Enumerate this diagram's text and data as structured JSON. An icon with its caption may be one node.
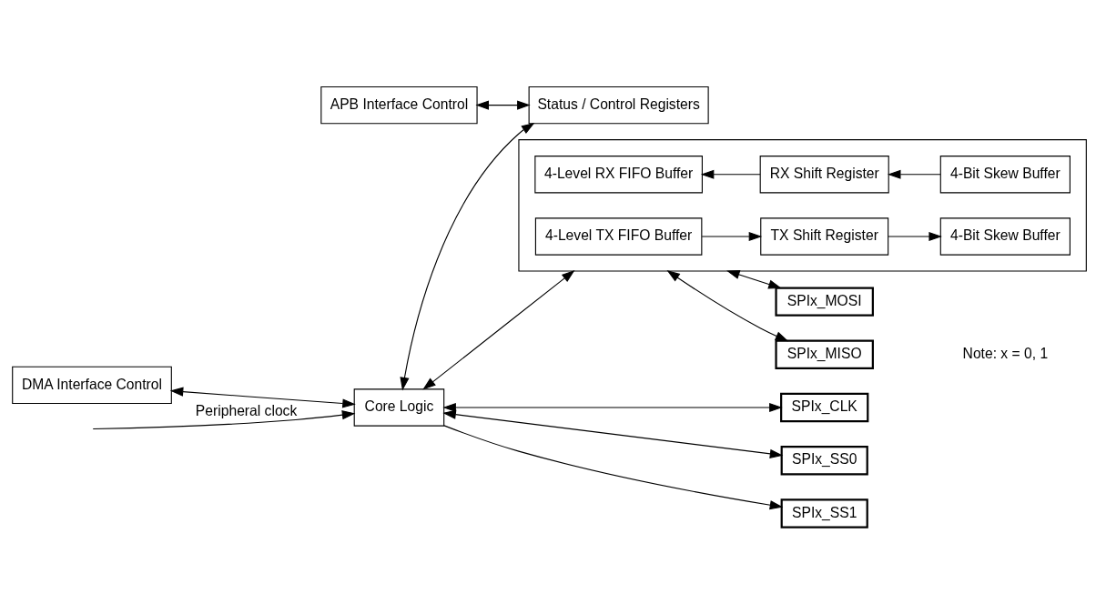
{
  "diagram": {
    "nodes": [
      {
        "text": [
          "DMA Interface Control"
        ]
      },
      {
        "text": [
          "Core Logic"
        ]
      },
      {
        "text": [
          "APB Interface Control"
        ]
      },
      {
        "text": [
          "Status / Control Registers"
        ]
      },
      {
        "text": [],
        "shape": "box"
      },
      {
        "text": [
          "4-Level TX FIFO Buffer"
        ],
        "in": 4
      },
      {
        "text": [
          "TX Shift Register"
        ],
        "in": 4
      },
      {
        "text": [
          "4-Bit Skew Buffer"
        ],
        "in": 4
      },
      {
        "text": [
          "4-Level RX FIFO Buffer"
        ],
        "in": 4
      },
      {
        "text": [
          "RX Shift Register"
        ],
        "in": 4
      },
      {
        "text": [
          "4-Bit Skew Buffer"
        ],
        "in": 4
      },
      {
        "text": [
          "SPIx_CLK"
        ]
      },
      {
        "text": [
          "SPIx_SS0"
        ]
      },
      {
        "text": [
          "SPIx_SS1"
        ]
      },
      {
        "text": [
          "SPIx_MOSI"
        ]
      },
      {
        "text": [
          "SPIx_MISO"
        ]
      }
    ],
    "edges": [
      {
        "from": 0,
        "to": 1,
        "arrow": "both"
      },
      {
        "from": null,
        "to": 1,
        "arrow": "to",
        "label": "Peripheral clock"
      },
      {
        "from": 1,
        "to": 3,
        "arrow": "both"
      },
      {
        "from": 2,
        "to": 3,
        "arrow": "both"
      },
      {
        "from": 1,
        "to": 4,
        "arrow": "both"
      },
      {
        "from": 1,
        "to": 11,
        "arrow": "both"
      },
      {
        "from": 1,
        "to": 12,
        "arrow": "both"
      },
      {
        "from": 1,
        "to": 13,
        "arrow": "to"
      },
      {
        "from": 5,
        "to": 6,
        "arrow": "to"
      },
      {
        "from": 6,
        "to": 7,
        "arrow": "to"
      },
      {
        "from": 10,
        "to": 9,
        "arrow": "to"
      },
      {
        "from": 9,
        "to": 8,
        "arrow": "to"
      },
      {
        "from": 4,
        "to": 14,
        "arrow": "both"
      },
      {
        "from": 4,
        "to": 15,
        "arrow": "both"
      }
    ],
    "labels": [
      "Note: x = 0, 1"
    ]
  }
}
